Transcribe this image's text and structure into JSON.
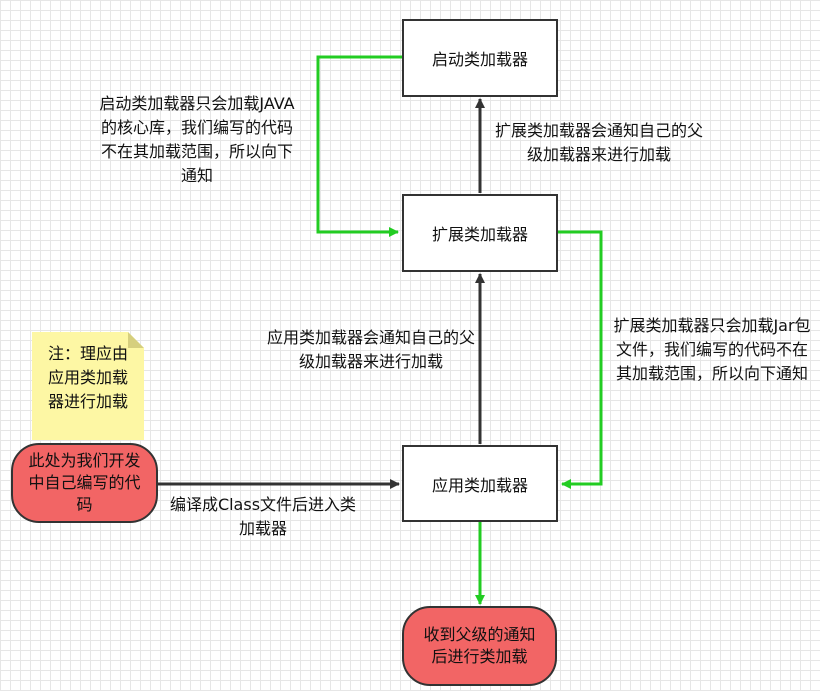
{
  "nodes": {
    "bootstrap": "启动类加载器",
    "extension": "扩展类加载器",
    "application": "应用类加载器",
    "own_code": "此处为我们开发中自己编写的代码",
    "received": "收到父级的通知后进行类加载"
  },
  "labels": {
    "bootstrap_note": "启动类加载器只会加载JAVA的核心库，我们编写的代码不在其加载范围，所以向下通知",
    "ext_to_boot": "扩展类加载器会通知自己的父级加载器来进行加载",
    "ext_note": "扩展类加载器只会加载Jar包文件，我们编写的代码不在其加载范围，所以向下通知",
    "app_to_ext": "应用类加载器会通知自己的父级加载器来进行加载",
    "compile": "编译成Class文件后进入类加载器"
  },
  "note": "注：理应由应用类加载器进行加载",
  "colors": {
    "dark_arrow": "#333333",
    "green_arrow": "#22cc22",
    "pill_fill": "#f26565",
    "note_fill": "#fdf7a4"
  }
}
